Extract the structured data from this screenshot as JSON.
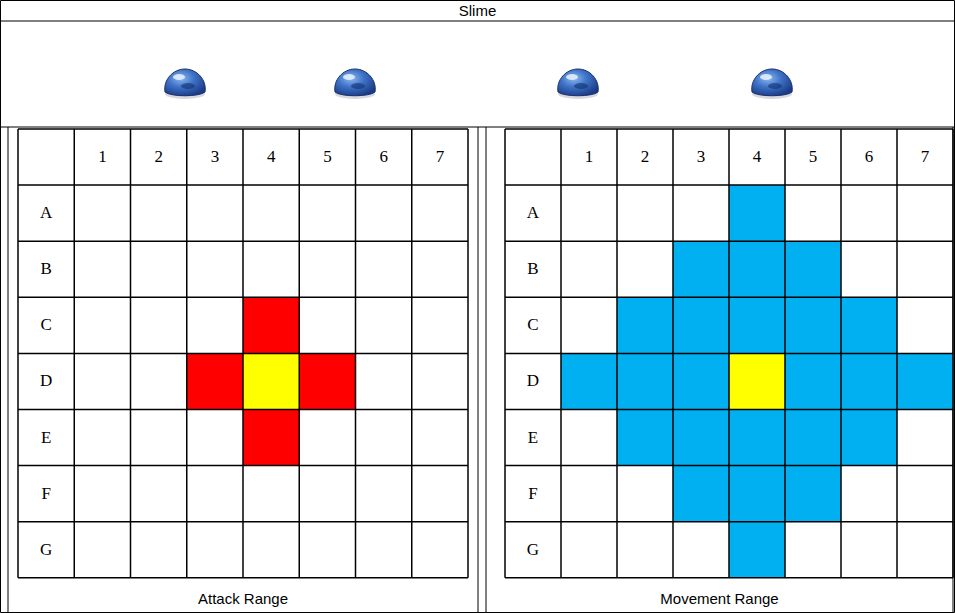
{
  "diagram": {
    "title": "Slime",
    "labels": [
      "1",
      "2",
      "3",
      "4",
      "5",
      "6",
      "7",
      "A",
      "B",
      "C",
      "D",
      "E",
      "F",
      "G",
      "Attack Range",
      "1",
      "2",
      "3",
      "4",
      "5",
      "6",
      "7",
      "A",
      "B",
      "C",
      "D",
      "E",
      "F",
      "G",
      "Movement Range"
    ]
  }
}
